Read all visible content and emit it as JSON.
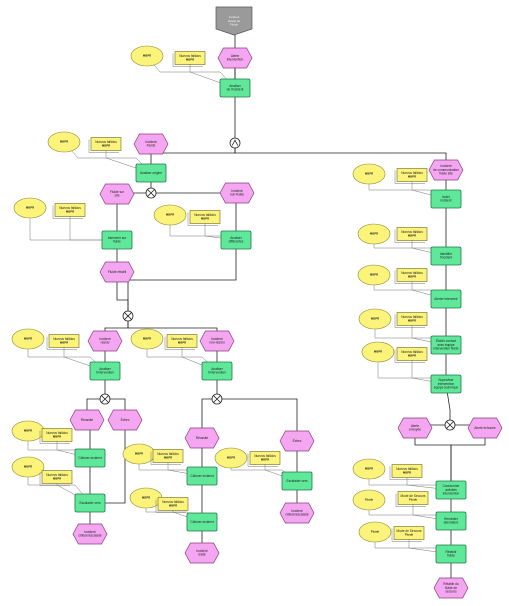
{
  "diagram": {
    "nodes": [
      {
        "id": "e0",
        "kind": "start",
        "label": [
          "Incident",
          "deteté de",
          "Fluide"
        ]
      },
      {
        "id": "e1",
        "kind": "event",
        "label": [
          "Alerte",
          "intervention"
        ]
      },
      {
        "id": "r1",
        "kind": "role",
        "label": [
          "MBPR"
        ]
      },
      {
        "id": "d1",
        "kind": "doc",
        "label": [
          "Nuevos fallidos",
          "MBPR"
        ]
      },
      {
        "id": "f1",
        "kind": "func",
        "label": [
          "Analiser",
          "de l'incident"
        ]
      },
      {
        "id": "g1",
        "kind": "and"
      },
      {
        "id": "e2",
        "kind": "event",
        "label": [
          "Incident",
          "Fluide"
        ]
      },
      {
        "id": "r2",
        "kind": "role",
        "label": [
          "MBPR"
        ]
      },
      {
        "id": "d2",
        "kind": "doc",
        "label": [
          "Nuevos fallidos",
          "MBPR"
        ]
      },
      {
        "id": "f2",
        "kind": "func",
        "label": [
          "Analiser origine"
        ]
      },
      {
        "id": "g2",
        "kind": "xor"
      },
      {
        "id": "e3",
        "kind": "event",
        "label": [
          "Fluide sur",
          "site"
        ]
      },
      {
        "id": "e4",
        "kind": "event",
        "label": [
          "Incident",
          "non-fluide"
        ]
      },
      {
        "id": "r3",
        "kind": "role",
        "label": [
          "MBPR"
        ]
      },
      {
        "id": "d3",
        "kind": "doc",
        "label": [
          "Nuevos fallidos",
          "MBPR"
        ]
      },
      {
        "id": "f3",
        "kind": "func",
        "label": [
          "Intervenir sur",
          "fluide"
        ]
      },
      {
        "id": "e5",
        "kind": "event",
        "label": [
          "Fluide rétabli"
        ]
      },
      {
        "id": "r4",
        "kind": "role",
        "label": [
          "MBPR"
        ]
      },
      {
        "id": "d4",
        "kind": "doc",
        "label": [
          "Nuevos fallidos",
          "MBPR"
        ]
      },
      {
        "id": "f4",
        "kind": "func",
        "label": [
          "Analiser",
          "différentes"
        ]
      },
      {
        "id": "g3",
        "kind": "xor"
      },
      {
        "id": "e6",
        "kind": "event",
        "label": [
          "Incident",
          "résolu"
        ]
      },
      {
        "id": "r5",
        "kind": "role",
        "label": [
          "MBPR"
        ]
      },
      {
        "id": "d5",
        "kind": "doc",
        "label": [
          "Nuevos fallidos",
          "MBPR"
        ]
      },
      {
        "id": "f5",
        "kind": "func",
        "label": [
          "Analiser",
          "l'intervention"
        ]
      },
      {
        "id": "e7",
        "kind": "event",
        "label": [
          "Incident",
          "non-résolu"
        ]
      },
      {
        "id": "r6",
        "kind": "role",
        "label": [
          "MBPR"
        ]
      },
      {
        "id": "d6",
        "kind": "doc",
        "label": [
          "Nuevos fallidos",
          "MBPR"
        ]
      },
      {
        "id": "f6",
        "kind": "func",
        "label": [
          "Analiser",
          "l'intervention"
        ]
      },
      {
        "id": "g4",
        "kind": "xor"
      },
      {
        "id": "e8",
        "kind": "event",
        "label": [
          "Réussite"
        ]
      },
      {
        "id": "e9",
        "kind": "event",
        "label": [
          "Échec"
        ]
      },
      {
        "id": "r7",
        "kind": "role",
        "label": [
          "MBPR"
        ]
      },
      {
        "id": "d7",
        "kind": "doc",
        "label": [
          "Nuevos fallidos",
          "MBPR"
        ]
      },
      {
        "id": "f7",
        "kind": "func",
        "label": [
          "Clôturer incident"
        ]
      },
      {
        "id": "r8",
        "kind": "role",
        "label": [
          "MBPR"
        ]
      },
      {
        "id": "d8",
        "kind": "doc",
        "label": [
          "Nuevos fallidos",
          "MBPR"
        ]
      },
      {
        "id": "f8",
        "kind": "func",
        "label": [
          "Escalader vers"
        ]
      },
      {
        "id": "e10",
        "kind": "event",
        "label": [
          "Incident",
          "clôturé/escaladé"
        ]
      },
      {
        "id": "g5",
        "kind": "xor"
      },
      {
        "id": "e11",
        "kind": "event",
        "label": [
          "Réussite"
        ]
      },
      {
        "id": "e12",
        "kind": "event",
        "label": [
          "Échec"
        ]
      },
      {
        "id": "r9",
        "kind": "role",
        "label": [
          "MBPR"
        ]
      },
      {
        "id": "d9",
        "kind": "doc",
        "label": [
          "Nuevos fallidos",
          "MBPR"
        ]
      },
      {
        "id": "f9",
        "kind": "func",
        "label": [
          "Clôturer incident"
        ]
      },
      {
        "id": "r10",
        "kind": "role",
        "label": [
          "MBPR"
        ]
      },
      {
        "id": "d10",
        "kind": "doc",
        "label": [
          "Nuevos fallidos",
          "MBPR"
        ]
      },
      {
        "id": "f10",
        "kind": "func",
        "label": [
          "Escalader vers"
        ]
      },
      {
        "id": "e13",
        "kind": "event",
        "label": [
          "Incident",
          "clôturé/escaladé"
        ]
      },
      {
        "id": "r11",
        "kind": "role",
        "label": [
          "MBPR"
        ]
      },
      {
        "id": "d11",
        "kind": "doc",
        "label": [
          "Nuevos fallidos",
          "MBPR"
        ]
      },
      {
        "id": "f11",
        "kind": "func",
        "label": [
          "Clôturer incident"
        ]
      },
      {
        "id": "e14",
        "kind": "event",
        "label": [
          "Incident",
          "traité"
        ]
      },
      {
        "id": "e15",
        "kind": "event",
        "label": [
          "Incident",
          "clôturé"
        ]
      },
      {
        "id": "e16",
        "kind": "event",
        "label": [
          "Incident",
          "de communication",
          "fluide site"
        ]
      },
      {
        "id": "r12",
        "kind": "role",
        "label": [
          "MBPR"
        ]
      },
      {
        "id": "d12",
        "kind": "doc",
        "label": [
          "Nuevos fallidos",
          "MBPR"
        ]
      },
      {
        "id": "f12",
        "kind": "func",
        "label": [
          "Isoler",
          "incident"
        ]
      },
      {
        "id": "r13",
        "kind": "role",
        "label": [
          "MBPR"
        ]
      },
      {
        "id": "d13",
        "kind": "doc",
        "label": [
          "Nuevos fallidos",
          "MBPR"
        ]
      },
      {
        "id": "f13",
        "kind": "func",
        "label": [
          "Identifier",
          "l'incident"
        ]
      },
      {
        "id": "r14",
        "kind": "role",
        "label": [
          "MBPR"
        ]
      },
      {
        "id": "d14",
        "kind": "doc",
        "label": [
          "Nuevos fallidos",
          "MBPR"
        ]
      },
      {
        "id": "f14",
        "kind": "func",
        "label": [
          "Alerter intervenir"
        ]
      },
      {
        "id": "r15",
        "kind": "role",
        "label": [
          "MBPR"
        ]
      },
      {
        "id": "d15",
        "kind": "doc",
        "label": [
          "Nuevos fallidos",
          "MBPR"
        ]
      },
      {
        "id": "f15",
        "kind": "func",
        "label": [
          "Établir contact",
          "avec équipe",
          "intervention fluide"
        ]
      },
      {
        "id": "r16",
        "kind": "role",
        "label": [
          "MBPR"
        ]
      },
      {
        "id": "d16",
        "kind": "doc",
        "label": [
          "Nuevos fallidos",
          "MBPR"
        ]
      },
      {
        "id": "f16",
        "kind": "func",
        "label": [
          "Superviser",
          "intervention",
          "équipe technique"
        ]
      },
      {
        "id": "g6",
        "kind": "xor"
      },
      {
        "id": "e17",
        "kind": "event",
        "label": [
          "Alerte",
          "envoyée"
        ]
      },
      {
        "id": "e18",
        "kind": "event",
        "label": [
          "Alerte échouée"
        ]
      },
      {
        "id": "r17",
        "kind": "role",
        "label": [
          "MBPR"
        ]
      },
      {
        "id": "d17",
        "kind": "doc",
        "label": [
          "Nuevos fallidos",
          "MBPR"
        ]
      },
      {
        "id": "f17",
        "kind": "func",
        "label": [
          "Coordonner",
          "activités",
          "intervention"
        ]
      },
      {
        "id": "r18",
        "kind": "role",
        "label": [
          "Fluide"
        ]
      },
      {
        "id": "d18",
        "kind": "doc",
        "label": [
          "Mode de Secours",
          "Fluide"
        ]
      },
      {
        "id": "f18",
        "kind": "func",
        "label": [
          "Remédier",
          "alternative"
        ]
      },
      {
        "id": "r19",
        "kind": "role",
        "label": [
          "Fluide"
        ]
      },
      {
        "id": "d19",
        "kind": "doc",
        "label": [
          "Mode de Secours",
          "Fluide"
        ]
      },
      {
        "id": "f19",
        "kind": "func",
        "label": [
          "Rétablir",
          "fluide"
        ]
      },
      {
        "id": "e19",
        "kind": "event",
        "label": [
          "Rétablir du",
          "fluide de",
          "secours"
        ]
      }
    ]
  }
}
